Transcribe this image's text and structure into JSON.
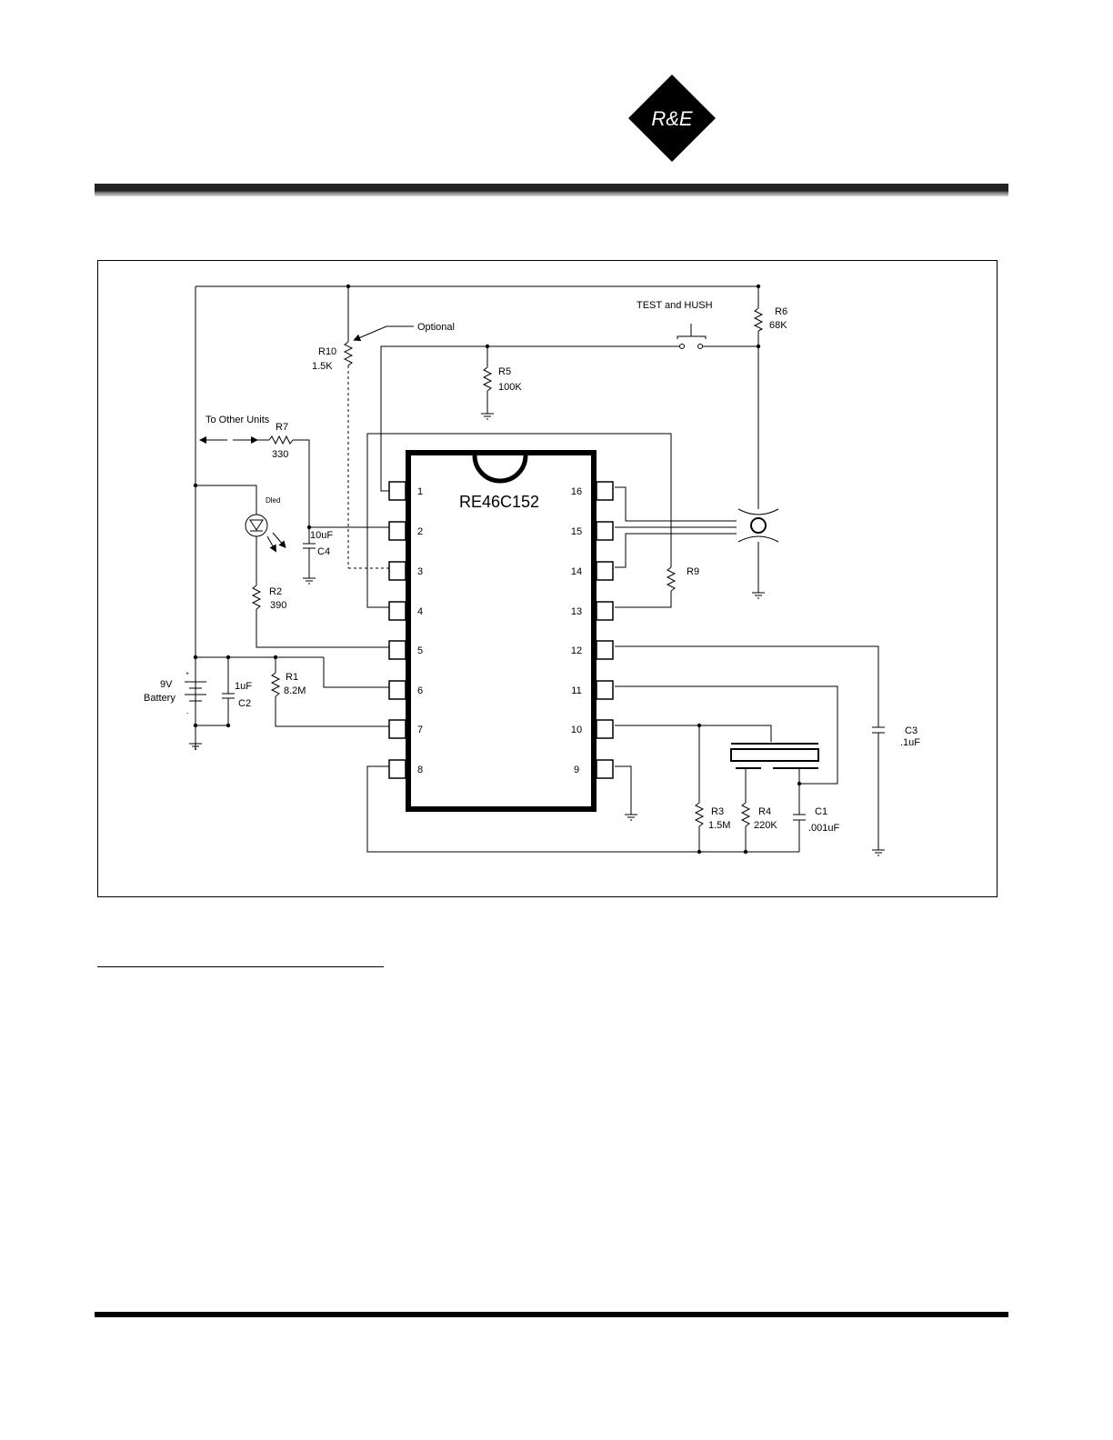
{
  "logo": {
    "text": "R&E",
    "bg_color": "#000000",
    "text_color": "#ffffff"
  },
  "schematic": {
    "ic": {
      "part": "RE46C152",
      "left_pins": [
        "1",
        "2",
        "3",
        "4",
        "5",
        "6",
        "7",
        "8"
      ],
      "right_pins": [
        "16",
        "15",
        "14",
        "13",
        "12",
        "11",
        "10",
        "9"
      ]
    },
    "labels": {
      "optional": "Optional",
      "test_hush": "TEST and HUSH",
      "r6_name": "R6",
      "r6_value": "68K",
      "r10_name": "R10",
      "r10_value": "1.5K",
      "r5_name": "R5",
      "r5_value": "100K",
      "to_other_units": "To Other Units",
      "r7_name": "R7",
      "r7_value": "330",
      "led": "Dled",
      "c4_value": "10uF",
      "c4_name": "C4",
      "r9_name": "R9",
      "r2_name": "R2",
      "r2_value": "390",
      "battery_voltage": "9V",
      "battery_name": "Battery",
      "plus": "+",
      "minus": "-",
      "c2_value": "1uF",
      "c2_name": "C2",
      "r1_name": "R1",
      "r1_value": "8.2M",
      "c3_name": "C3",
      "c3_value": ".1uF",
      "r3_name": "R3",
      "r3_value": "1.5M",
      "r4_name": "R4",
      "r4_value": "220K",
      "c1_name": "C1",
      "c1_value": ".001uF"
    }
  }
}
